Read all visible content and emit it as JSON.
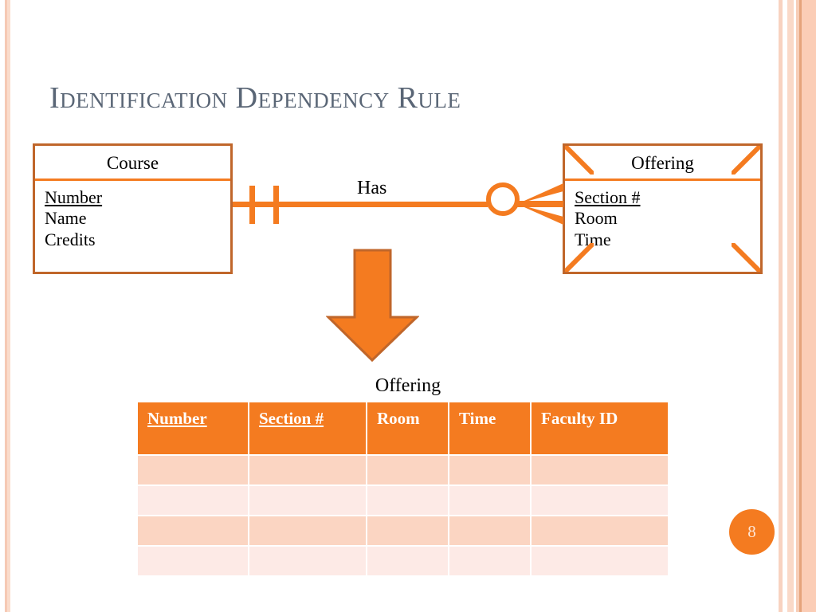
{
  "slide": {
    "title": "Identification Dependency Rule",
    "number": "8",
    "accent_color": "#F47B20",
    "box_border_color": "#C0662A",
    "title_color": "#5A6676",
    "table_header_bg": "#F47B20",
    "row_tint_a": "#FBD5C2",
    "row_tint_b": "#FDEAE6"
  },
  "er_diagram": {
    "entities": [
      {
        "name": "Course",
        "kind": "strong-entity",
        "attributes": [
          {
            "label": "Number",
            "is_key": true
          },
          {
            "label": "Name",
            "is_key": false
          },
          {
            "label": "Credits",
            "is_key": false
          }
        ]
      },
      {
        "name": "Offering",
        "kind": "id-dependent-weak-entity",
        "attributes": [
          {
            "label": "Section #",
            "is_key": true
          },
          {
            "label": "Room",
            "is_key": false
          },
          {
            "label": "Time",
            "is_key": false
          }
        ]
      }
    ],
    "relationship": {
      "label": "Has",
      "left_cardinality": "one-and-only-one",
      "right_cardinality": "zero-or-many"
    },
    "arrow": "down-arrow"
  },
  "relation_table": {
    "caption": "Offering",
    "columns": [
      {
        "label": "Number",
        "is_key": true
      },
      {
        "label": "Section #",
        "is_key": true
      },
      {
        "label": "Room",
        "is_key": false
      },
      {
        "label": "Time",
        "is_key": false
      },
      {
        "label": "Faculty ID",
        "is_key": false
      }
    ],
    "rows": [
      [
        "",
        "",
        "",
        "",
        ""
      ],
      [
        "",
        "",
        "",
        "",
        ""
      ],
      [
        "",
        "",
        "",
        "",
        ""
      ],
      [
        "",
        "",
        "",
        "",
        ""
      ]
    ]
  }
}
